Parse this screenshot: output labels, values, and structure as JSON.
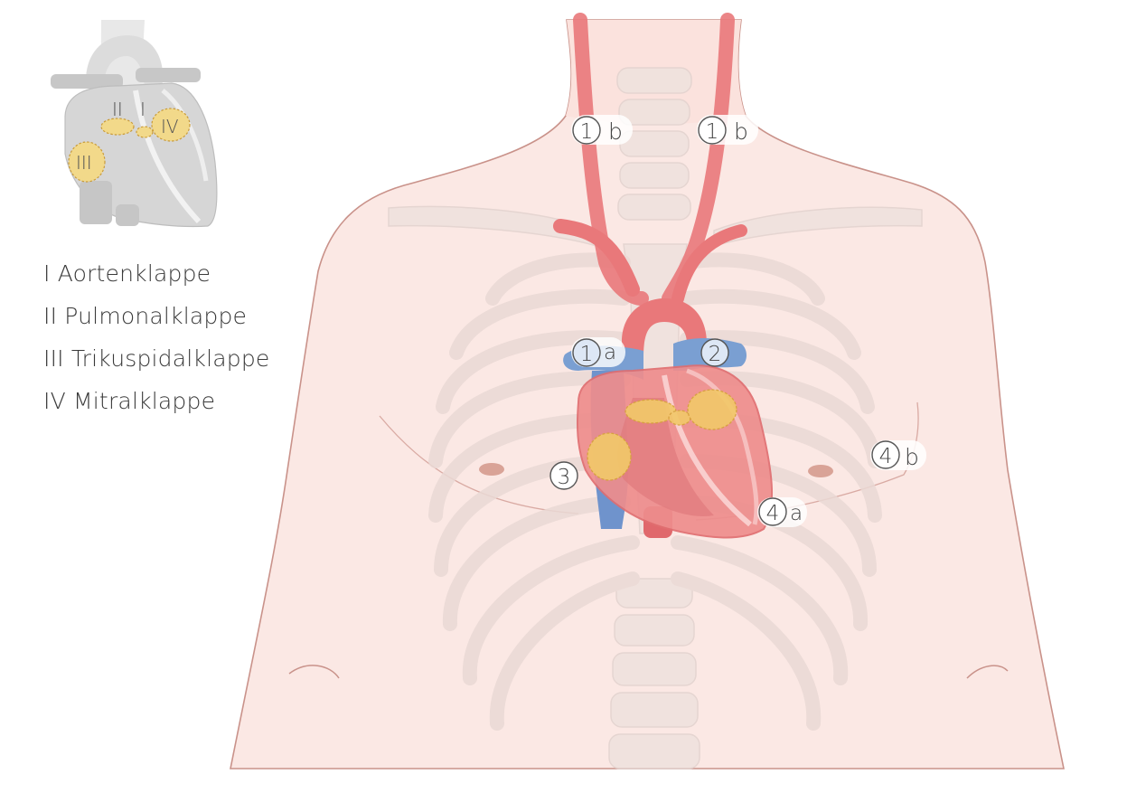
{
  "mini_heart_labels": {
    "v1": "I",
    "v2": "II",
    "v3": "III",
    "v4": "IV"
  },
  "legend": [
    "I Aortenklappe",
    "II Pulmonalklappe",
    "III Trikuspidalklappe",
    "IV Mitralklappe"
  ],
  "markers": [
    {
      "id": "1b-right",
      "num": "1",
      "suffix": "b"
    },
    {
      "id": "1b-left",
      "num": "1",
      "suffix": "b"
    },
    {
      "id": "1a",
      "num": "1",
      "suffix": "a"
    },
    {
      "id": "2",
      "num": "2",
      "suffix": ""
    },
    {
      "id": "3",
      "num": "3",
      "suffix": ""
    },
    {
      "id": "4a",
      "num": "4",
      "suffix": "a"
    },
    {
      "id": "4b",
      "num": "4",
      "suffix": "b"
    }
  ],
  "colors": {
    "skin": "#fbe8e4",
    "skin_outline": "#c9928a",
    "artery": "#e9787a",
    "vein": "#7a9fd2",
    "valve": "#f2d07a",
    "bone": "#eadfdc"
  }
}
